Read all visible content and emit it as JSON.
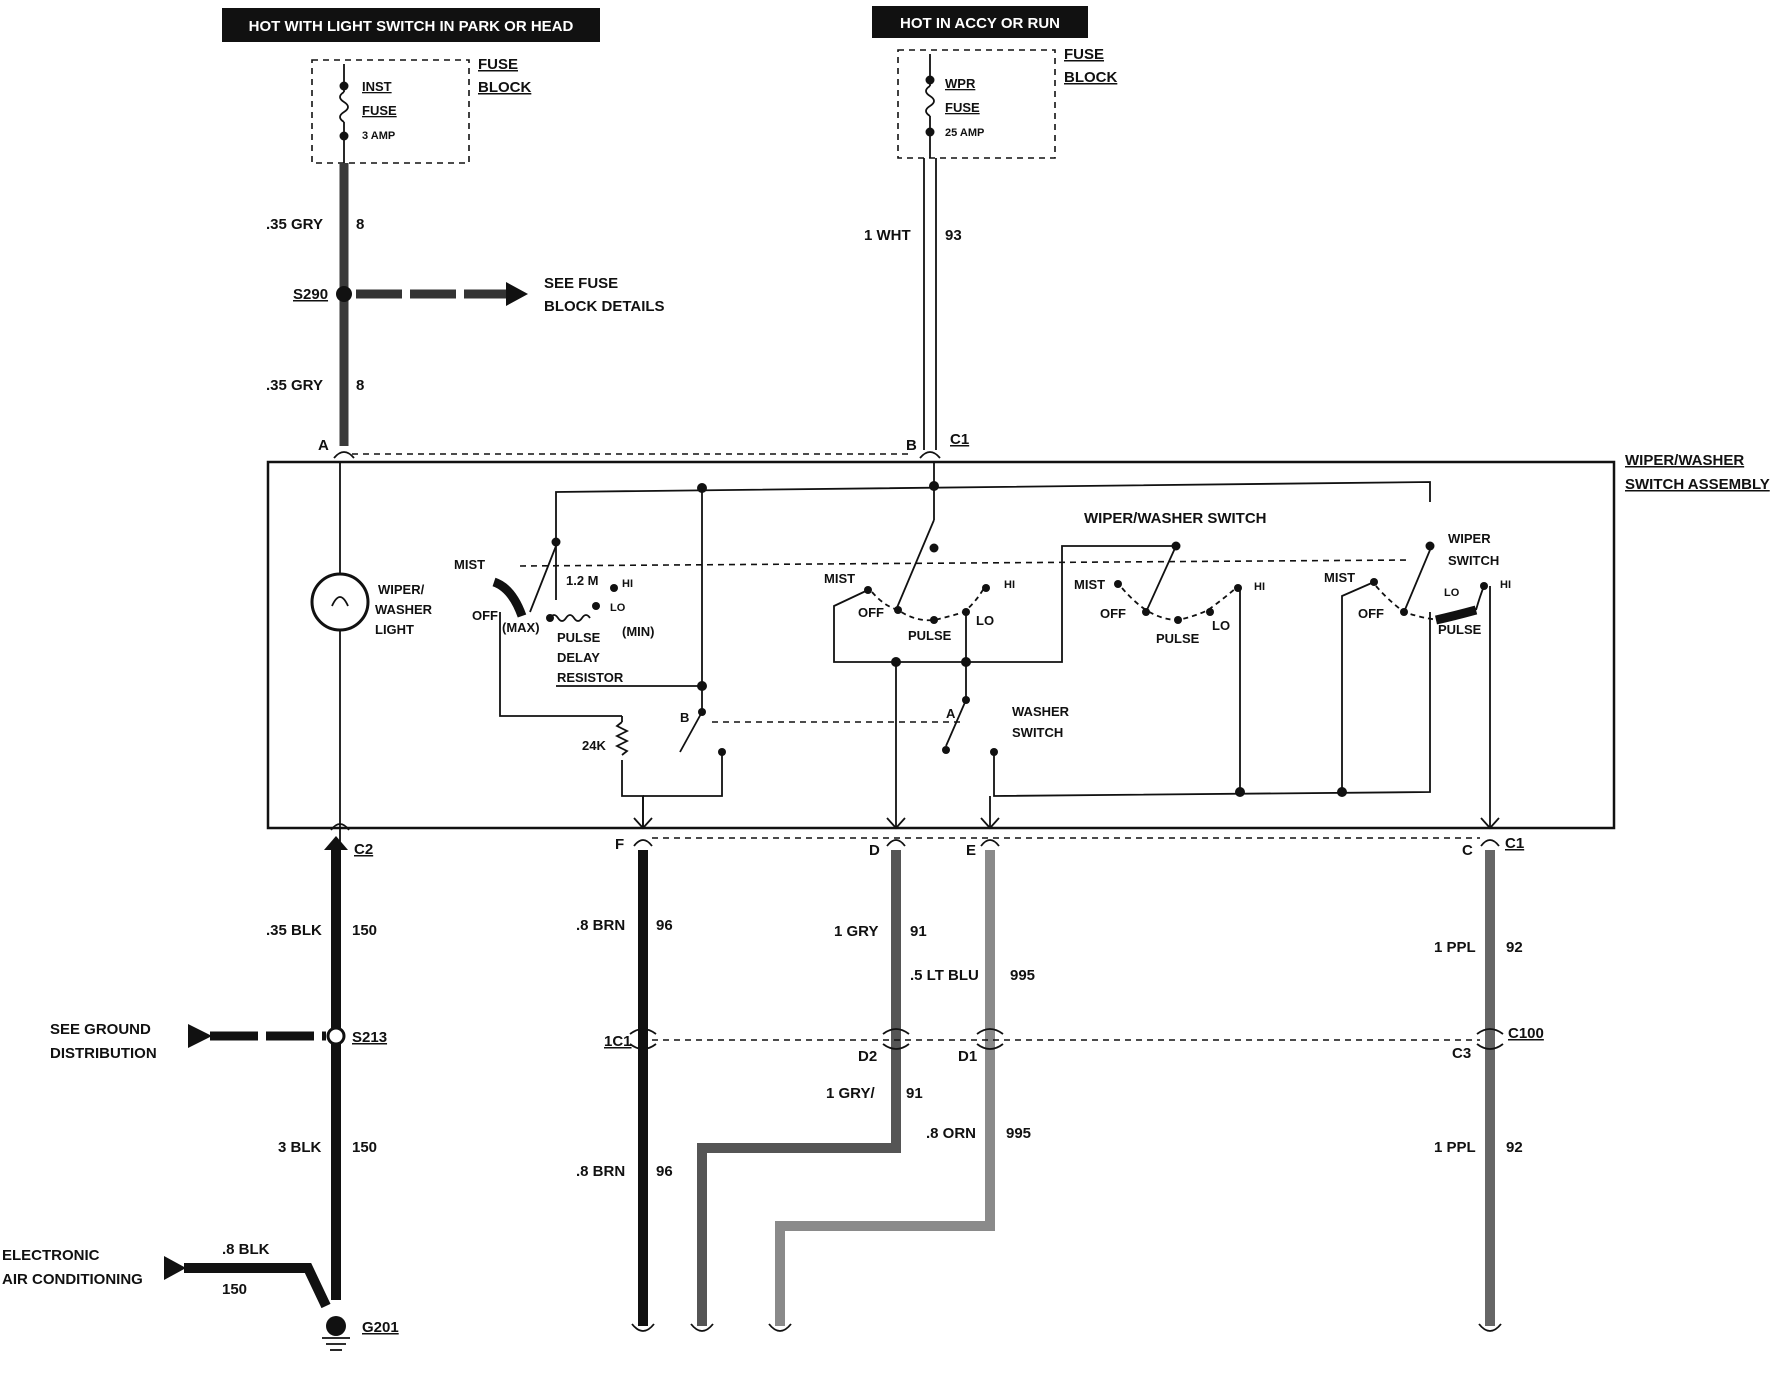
{
  "supply": {
    "left_header": "HOT WITH LIGHT SWITCH IN PARK OR HEAD",
    "right_header": "HOT IN ACCY OR RUN",
    "left_fuse_block": [
      "FUSE",
      "BLOCK"
    ],
    "right_fuse_block": [
      "FUSE",
      "BLOCK"
    ],
    "inst_fuse": [
      "INST",
      "FUSE",
      "3 AMP"
    ],
    "wpr_fuse": [
      "WPR",
      "FUSE",
      "25 AMP"
    ]
  },
  "wires": {
    "gry_upper": [
      ".35 GRY",
      "8"
    ],
    "gry_lower": [
      ".35 GRY",
      "8"
    ],
    "wht": [
      "1 WHT",
      "93"
    ],
    "blk_150_upper": [
      ".35 BLK",
      "150"
    ],
    "blk_150_lower": [
      "3 BLK",
      "150"
    ],
    "blk_ac": [
      ".8 BLK",
      "150"
    ],
    "brn_upper": [
      ".8 BRN",
      "96"
    ],
    "brn_lower": [
      ".8 BRN",
      "96"
    ],
    "gry_91_upper": [
      "1 GRY",
      "91"
    ],
    "gry_91_lower": [
      "1 GRY/",
      "91"
    ],
    "ltblu": [
      ".5 LT BLU",
      "995"
    ],
    "orn": [
      ".8 ORN",
      "995"
    ],
    "ppl_upper": [
      "1 PPL",
      "92"
    ],
    "ppl_lower": [
      "1 PPL",
      "92"
    ]
  },
  "splices": {
    "s290": "S290",
    "s213": "S213",
    "g201": "G201",
    "see_fuse": [
      "SEE FUSE",
      "BLOCK DETAILS"
    ],
    "see_ground": [
      "SEE GROUND",
      "DISTRIBUTION"
    ],
    "electronic_ac": [
      "ELECTRONIC",
      "AIR CONDITIONING"
    ]
  },
  "connectors": {
    "a": "A",
    "b": "B",
    "c1_top": "C1",
    "c2": "C2",
    "f": "F",
    "d": "D",
    "e": "E",
    "c": "C",
    "c1_bottom": "C1",
    "c1_1": "1C1",
    "d2": "D2",
    "d1": "D1",
    "c3": "C3",
    "c100": "C100"
  },
  "assembly": {
    "title": [
      "WIPER/WASHER",
      "SWITCH ASSEMBLY"
    ],
    "switch_title": "WIPER/WASHER SWITCH",
    "light": [
      "WIPER/",
      "WASHER",
      "LIGHT"
    ],
    "wiper_switch": [
      "WIPER",
      "SWITCH"
    ],
    "washer_switch": [
      "WASHER",
      "SWITCH"
    ],
    "resistor": [
      "PULSE",
      "DELAY",
      "RESISTOR"
    ],
    "resistor_value": "1.2 M",
    "resistor_24k": "24K",
    "mist": "MIST",
    "off": "OFF",
    "hi": "HI",
    "lo": "LO",
    "pulse": "PULSE",
    "max": "(MAX)",
    "min": "(MIN)",
    "pos_a": "A",
    "pos_b": "B"
  }
}
